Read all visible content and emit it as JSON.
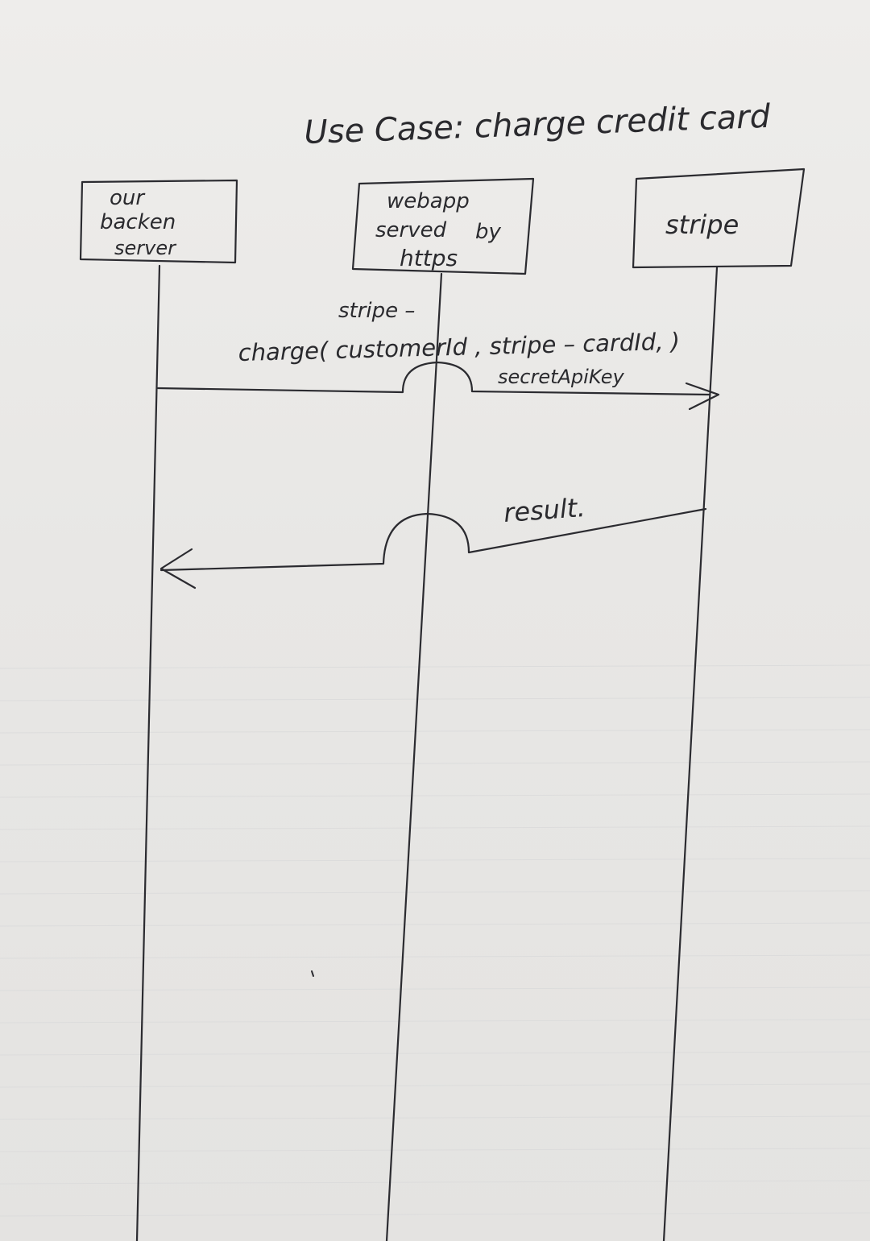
{
  "title": "Use Case: charge credit card",
  "participants": [
    {
      "id": "backend",
      "lines": [
        "our",
        "backen",
        "server"
      ]
    },
    {
      "id": "webapp",
      "lines": [
        "webapp",
        "served",
        "by",
        "https"
      ]
    },
    {
      "id": "stripe",
      "lines": [
        "stripe"
      ]
    }
  ],
  "messages": [
    {
      "id": "charge",
      "label_top": "stripe –",
      "label_main": "charge( customerId , stripe – cardId, )",
      "label_sub": "secretApiKey",
      "from": "our backen server",
      "to": "stripe"
    },
    {
      "id": "result",
      "label": "result.",
      "from": "stripe",
      "to": "our backen server"
    }
  ]
}
